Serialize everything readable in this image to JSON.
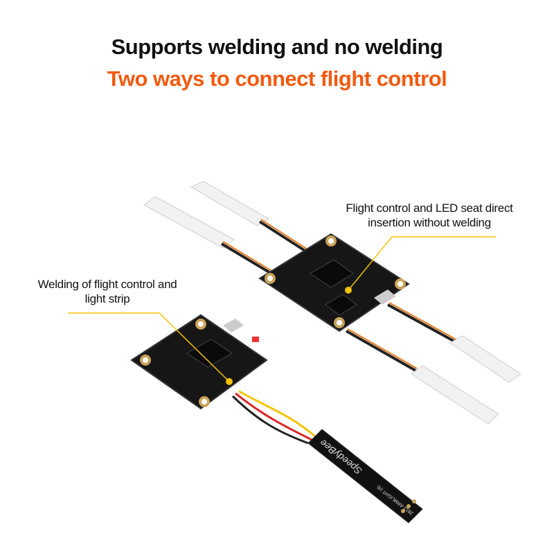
{
  "headline": {
    "line1": "Supports welding and no welding",
    "line2": "Two ways to connect flight control"
  },
  "annotations": {
    "direct_insertion": "Flight control and LED seat direct insertion without welding",
    "welding": "Welding of flight control and light strip"
  },
  "led_strip": {
    "brand": "SpeedyBee",
    "model": "2812-ARMLIGHT (4)"
  },
  "colors": {
    "headline_accent": "#f25a0f",
    "leader_line": "#f5c400"
  }
}
